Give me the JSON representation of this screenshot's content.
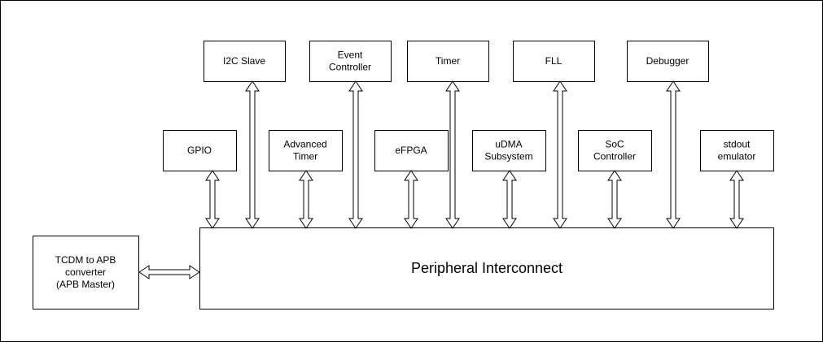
{
  "diagram": {
    "interconnect": {
      "label": "Peripheral Interconnect"
    },
    "master": {
      "lines": [
        "TCDM to APB",
        "converter",
        "(APB Master)"
      ]
    },
    "top_row": [
      {
        "id": "i2c",
        "lines": [
          "I2C Slave"
        ]
      },
      {
        "id": "event",
        "lines": [
          "Event",
          "Controller"
        ]
      },
      {
        "id": "timer",
        "lines": [
          "Timer"
        ]
      },
      {
        "id": "fll",
        "lines": [
          "FLL"
        ]
      },
      {
        "id": "debugger",
        "lines": [
          "Debugger"
        ]
      }
    ],
    "middle_row": [
      {
        "id": "gpio",
        "lines": [
          "GPIO"
        ]
      },
      {
        "id": "adv-timer",
        "lines": [
          "Advanced",
          "Timer"
        ]
      },
      {
        "id": "efpga",
        "lines": [
          "eFPGA"
        ]
      },
      {
        "id": "udma",
        "lines": [
          "uDMA",
          "Subsystem"
        ]
      },
      {
        "id": "soc-ctrl",
        "lines": [
          "SoC",
          "Controller"
        ]
      },
      {
        "id": "stdout",
        "lines": [
          "stdout",
          "emulator"
        ]
      }
    ]
  }
}
